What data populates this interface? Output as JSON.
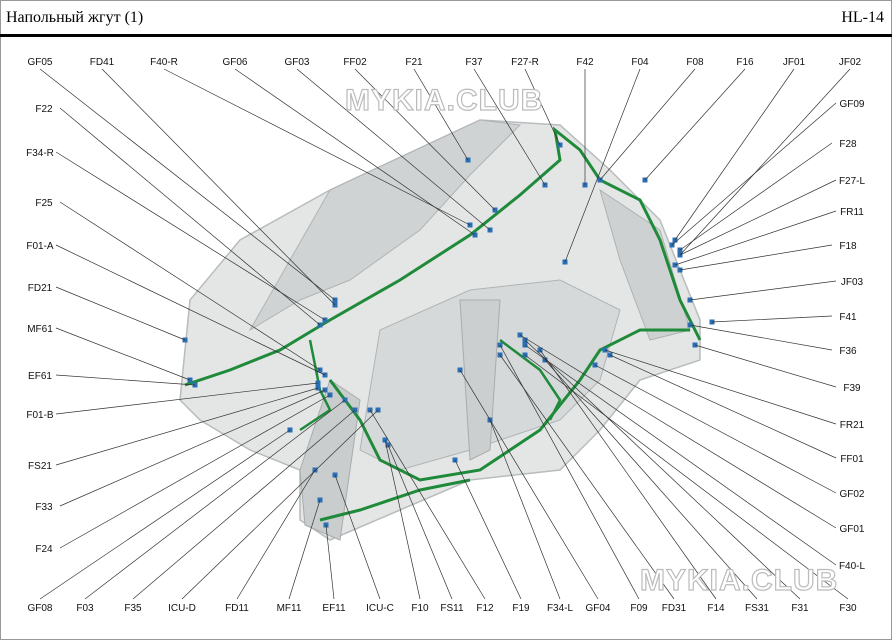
{
  "header": {
    "title": "Напольный жгут (1)",
    "code": "HL-14"
  },
  "watermark": "MYKIA.CLUB",
  "colors": {
    "harness": "#1f8a3a",
    "body": "#d9dcdc",
    "connector": "#2a6fb5"
  },
  "labels": {
    "top": [
      "GF05",
      "FD41",
      "F40-R",
      "GF06",
      "GF03",
      "FF02",
      "F21",
      "F37",
      "F27-R",
      "F42",
      "F04",
      "F08",
      "F16",
      "JF01",
      "JF02"
    ],
    "left": [
      "F22",
      "F34-R",
      "F25",
      "F01-A",
      "FD21",
      "MF61",
      "EF61",
      "F01-B",
      "FS21",
      "F33",
      "F24"
    ],
    "right": [
      "GF09",
      "F28",
      "F27-L",
      "FR11",
      "F18",
      "JF03",
      "F41",
      "F36",
      "F39",
      "FR21",
      "FF01",
      "GF02",
      "GF01",
      "F40-L"
    ],
    "bottom": [
      "GF08",
      "F03",
      "F35",
      "ICU-D",
      "FD11",
      "MF11",
      "EF11",
      "ICU-C",
      "F10",
      "FS11",
      "F12",
      "F19",
      "F34-L",
      "GF04",
      "F09",
      "FD31",
      "F14",
      "FS31",
      "F31",
      "F30"
    ]
  }
}
